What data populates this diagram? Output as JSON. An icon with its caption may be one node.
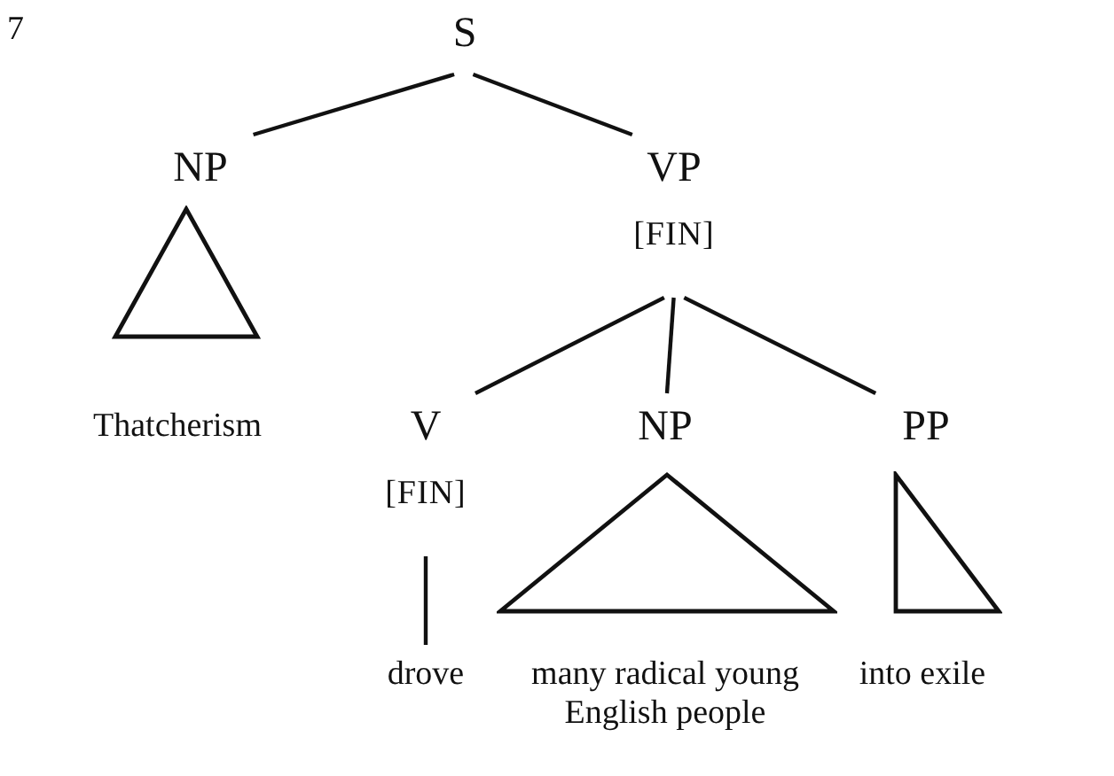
{
  "diagram": {
    "nodes": [
      {
        "text": [
          "S"
        ]
      },
      {
        "text": [
          "NP"
        ]
      },
      {
        "text": [
          "VP",
          "[FIN]"
        ]
      },
      {
        "text": [],
        "shape": "triangle"
      },
      {
        "text": [
          "Thatcherism"
        ]
      },
      {
        "text": [
          "V",
          "[FIN]"
        ]
      },
      {
        "text": [
          "NP"
        ]
      },
      {
        "text": [
          "PP"
        ]
      },
      {
        "text": [],
        "shape": "triangle"
      },
      {
        "text": [],
        "shape": "triangle"
      },
      {
        "text": [
          "drove"
        ]
      },
      {
        "text": [
          "many radical young English people"
        ]
      },
      {
        "text": [
          "into exile"
        ]
      }
    ],
    "edges": [
      {
        "from": 0,
        "to": 1,
        "arrow": "none"
      },
      {
        "from": 0,
        "to": 2,
        "arrow": "none"
      },
      {
        "from": 2,
        "to": 5,
        "arrow": "none"
      },
      {
        "from": 2,
        "to": 6,
        "arrow": "none"
      },
      {
        "from": 2,
        "to": 7,
        "arrow": "none"
      },
      {
        "from": 5,
        "to": 10,
        "arrow": "none"
      }
    ],
    "labels": [
      "7"
    ]
  }
}
